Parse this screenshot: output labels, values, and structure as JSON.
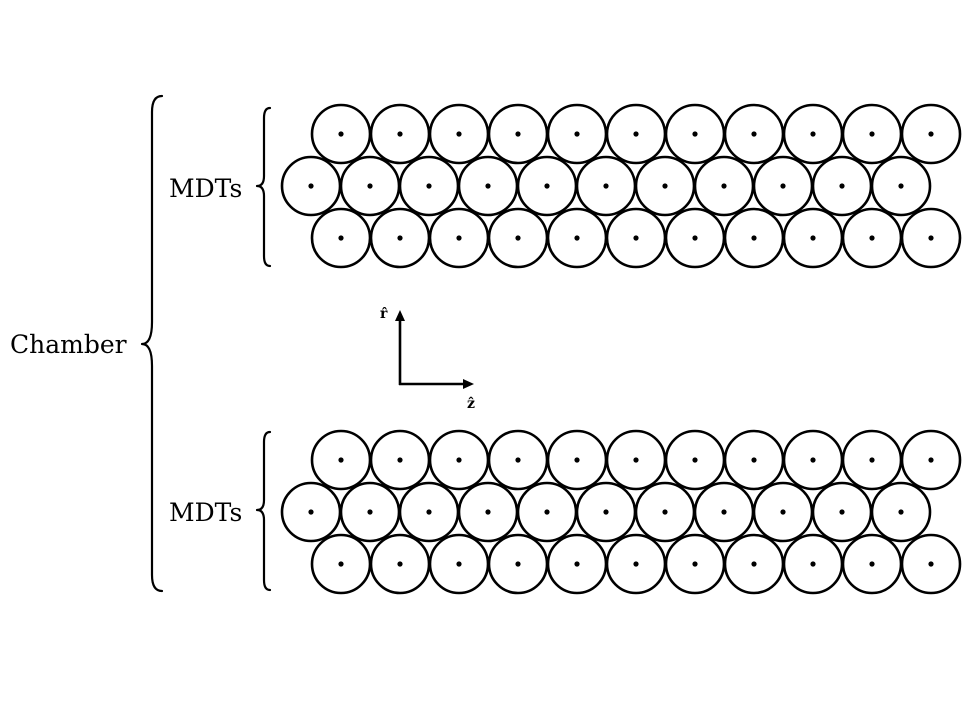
{
  "labels": {
    "chamber": "Chamber",
    "mdts_top": "MDTs",
    "mdts_bottom": "MDTs",
    "axis_r": "r̂",
    "axis_z": "ẑ"
  },
  "multilayers": [
    {
      "name": "top",
      "layers": [
        {
          "tubes": 11,
          "offset": "right"
        },
        {
          "tubes": 11,
          "offset": "left"
        },
        {
          "tubes": 11,
          "offset": "right"
        }
      ]
    },
    {
      "name": "bottom",
      "layers": [
        {
          "tubes": 11,
          "offset": "right"
        },
        {
          "tubes": 11,
          "offset": "left"
        },
        {
          "tubes": 11,
          "offset": "right"
        }
      ]
    }
  ],
  "colors": {
    "stroke": "#000000",
    "fill": "#ffffff",
    "background": "#ffffff"
  }
}
